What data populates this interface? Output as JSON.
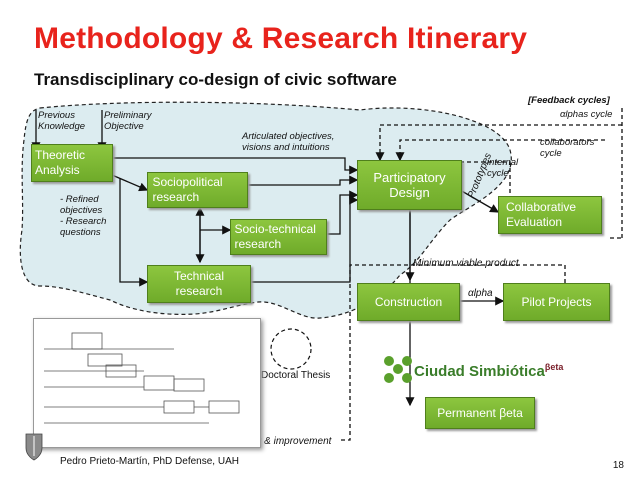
{
  "title": "Methodology & Research Itinerary",
  "subtitle": "Transdisciplinary co-design of civic software",
  "boxes": {
    "theoretic": "Theoretic\nAnalysis",
    "sociopolitical": "Sociopolitical\nresearch",
    "sociotechnical": "Socio-technical\nresearch",
    "technical": "Technical\nresearch",
    "participatory": "Participatory\nDesign",
    "collaborative": "Collaborative\nEvaluation",
    "construction": "Construction",
    "pilot": "Pilot Projects",
    "permanent": "Permanent βeta"
  },
  "labels": {
    "previous_knowledge": "Previous\nKnowledge",
    "preliminary_objective": "Preliminary\nObjective",
    "articulated": "Articulated objectives,\nvisions and intuitions",
    "refined": "- Refined\n  objectives\n- Research\n  questions",
    "feedback_cycles": "[Feedback cycles]",
    "alphas_cycle": "αlphas cycle",
    "collaborators_cycle": "collaborators\ncycle",
    "internal_cycle": "internal\ncycle",
    "prototypes": "Prototypes",
    "mvp": "Minimum viable product",
    "alpha": "αlpha",
    "doctoral_thesis": "Doctoral Thesis",
    "sustaining": "Sustaining, scaling & improvement"
  },
  "logo": {
    "name": "Ciudad Simbiótica",
    "suffix": "βeta"
  },
  "footer": "Pedro Prieto-Martín, PhD Defense, UAH",
  "page_number": "18",
  "colors": {
    "title": "#e8231c",
    "box_green": "#7ab935",
    "cloud": "#dcecf0"
  }
}
